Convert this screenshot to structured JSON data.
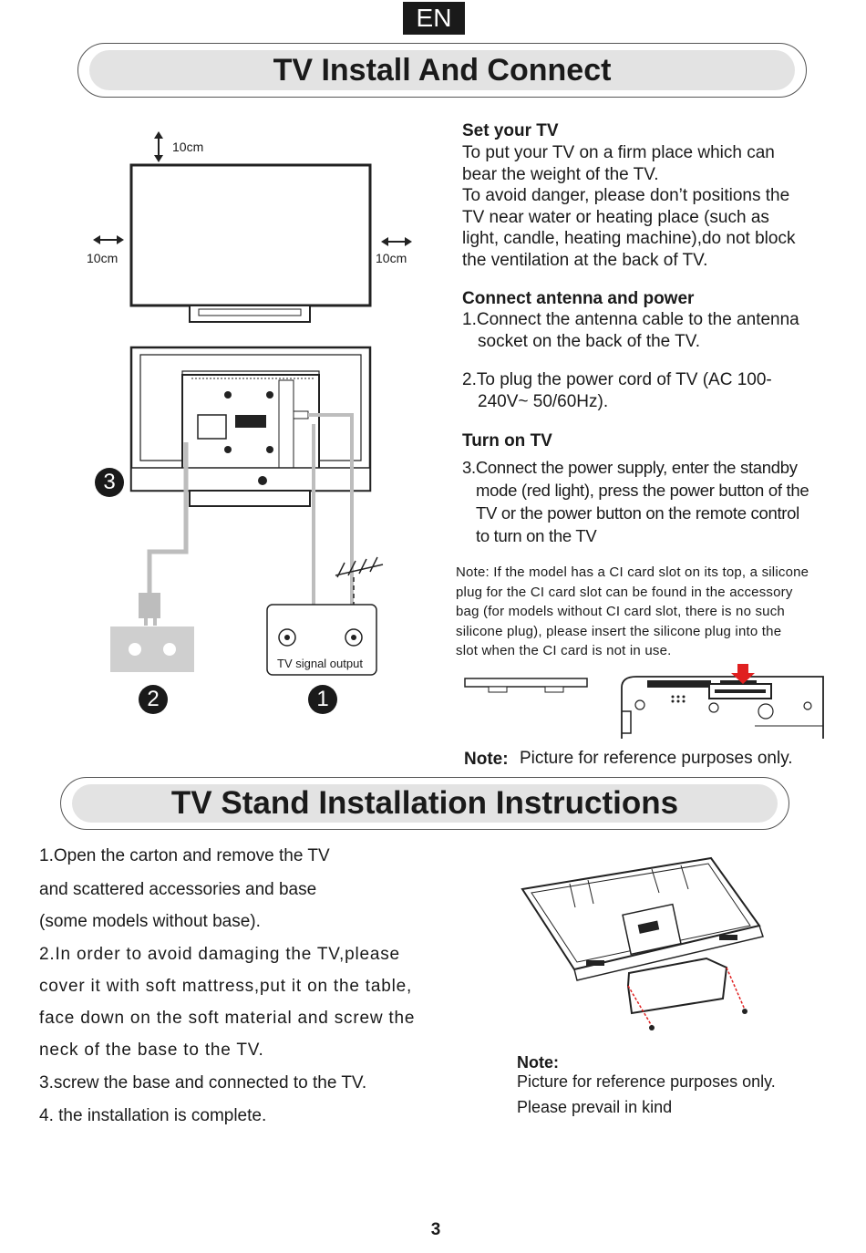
{
  "header": {
    "lang": "EN"
  },
  "install": {
    "title": "TV Install And Connect",
    "clearance_top": "10cm",
    "clearance_left": "10cm",
    "clearance_right": "10cm",
    "marker_3": "3",
    "marker_2": "2",
    "marker_1": "1",
    "signal_box_label": "TV signal output",
    "set_tv": {
      "heading": "Set your TV",
      "lines": [
        "To put your TV on a firm place which can",
        "bear the weight of the TV.",
        "To avoid danger, please don’t  positions the",
        "TV near water or heating place (such as",
        "light, candle, heating machine),do not block",
        "the ventilation at the back of TV."
      ]
    },
    "connect": {
      "heading": "Connect antenna and power",
      "lines": [
        "1.Connect the antenna cable to the antenna",
        "socket on the back of the TV.",
        "2.To plug the power cord of TV (AC 100-",
        "240V~ 50/60Hz)."
      ]
    },
    "turn_on": {
      "heading": "Turn on TV",
      "lines": [
        "3.Connect the power supply, enter the standby",
        "mode (red light), press the power button of the",
        "TV or the power button on the remote control",
        "to turn on the TV"
      ]
    },
    "ci_note": {
      "lines": [
        "Note: If the model has a CI card slot on its top, a silicone",
        "plug for the CI card slot can be found in the accessory",
        "bag (for models without CI card slot, there is no such",
        "silicone plug), please insert the silicone plug into the",
        "slot when the CI card is not in use."
      ]
    },
    "ref_note_label": "Note:",
    "ref_note_text": "Picture for reference purposes only."
  },
  "stand": {
    "title": "TV Stand Installation Instructions",
    "lines": [
      "1.Open the carton and remove the TV",
      "and scattered accessories and base",
      "(some models without base).",
      "2.In order to avoid damaging the TV,please",
      "cover it with soft mattress,put it on the table,",
      "face down on the soft material and screw the",
      "neck of the base to the TV.",
      "3.screw the base and connected to the TV.",
      "4. the installation is complete."
    ],
    "note_label": "Note:",
    "note_lines": [
      "Picture for reference purposes only.",
      "Please prevail in kind"
    ]
  },
  "page_number": "3",
  "colors": {
    "accent_red": "#e02020",
    "banner_fill": "#e3e3e3",
    "cable_gray": "#bdbdbd"
  }
}
